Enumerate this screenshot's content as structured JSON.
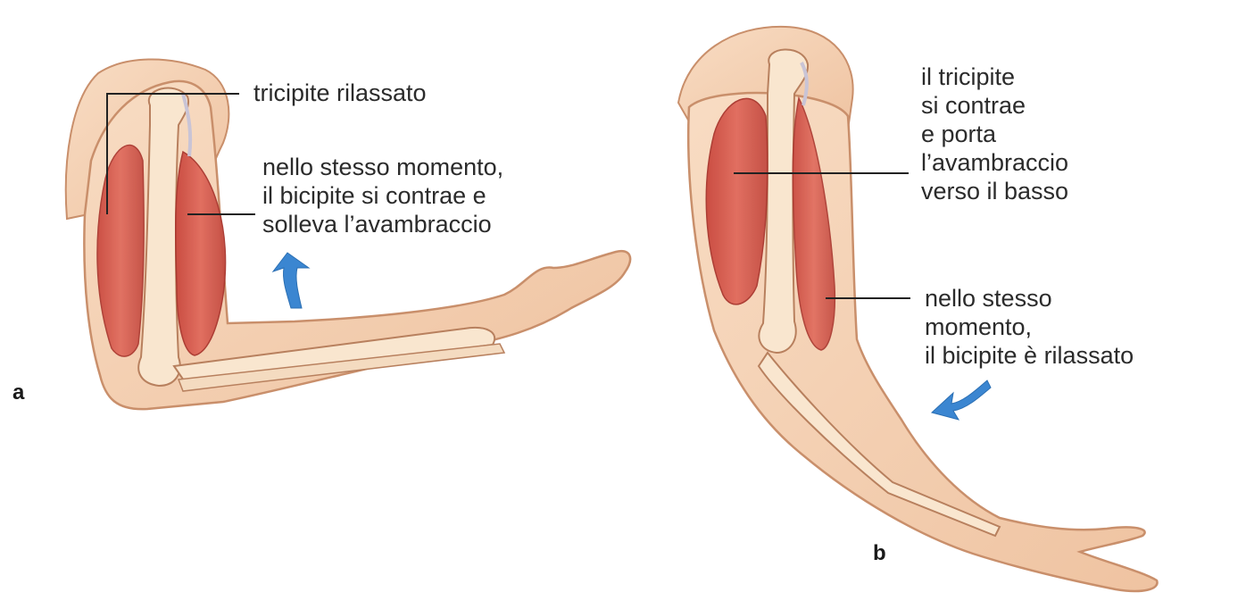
{
  "panels": {
    "a": {
      "letter": "a",
      "triceps_label": "tricipite rilassato",
      "biceps_label": [
        "nello stesso momento,",
        "il bicipite si contrae e",
        "solleva l’avambraccio"
      ]
    },
    "b": {
      "letter": "b",
      "triceps_label": [
        "il tricipite",
        "si contrae",
        "e porta",
        "l’avambraccio",
        "verso il basso"
      ],
      "biceps_label": [
        "nello stesso",
        "momento,",
        "il bicipite è rilassato"
      ]
    }
  },
  "colors": {
    "skin": "#f6d3b6",
    "skin_outline": "#c98f6b",
    "muscle": "#d9574b",
    "bone": "#f9e6cf",
    "arrow": "#3b86d1",
    "leader_line": "#222222"
  }
}
